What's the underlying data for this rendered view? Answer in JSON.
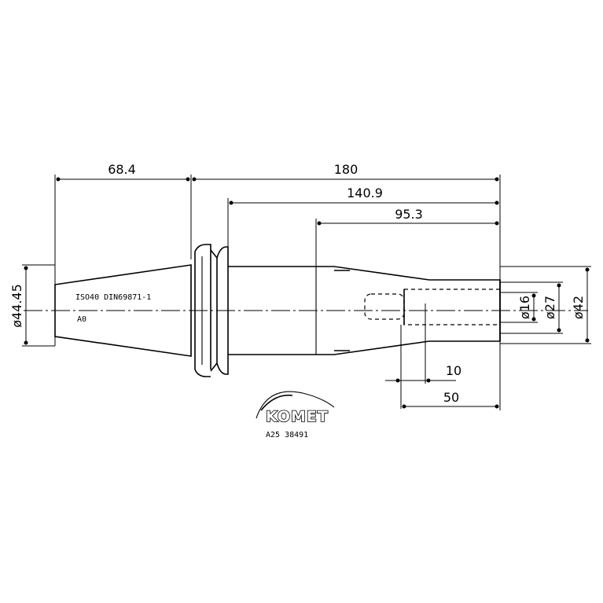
{
  "dimensions": {
    "length_68_4": "68.4",
    "length_180": "180",
    "length_140_9": "140.9",
    "length_95_3": "95.3",
    "length_10": "10",
    "length_50": "50",
    "diameter_44_45": "ø44.45",
    "diameter_16": "ø16",
    "diameter_27": "ø27",
    "diameter_42": "ø42"
  },
  "labels": {
    "taper_spec": "ISO40 DIN69871-1",
    "taper_form": "A0",
    "brand": "KOMET",
    "part_number": "A25 38491"
  },
  "colors": {
    "line": "#000000",
    "background": "#ffffff"
  }
}
